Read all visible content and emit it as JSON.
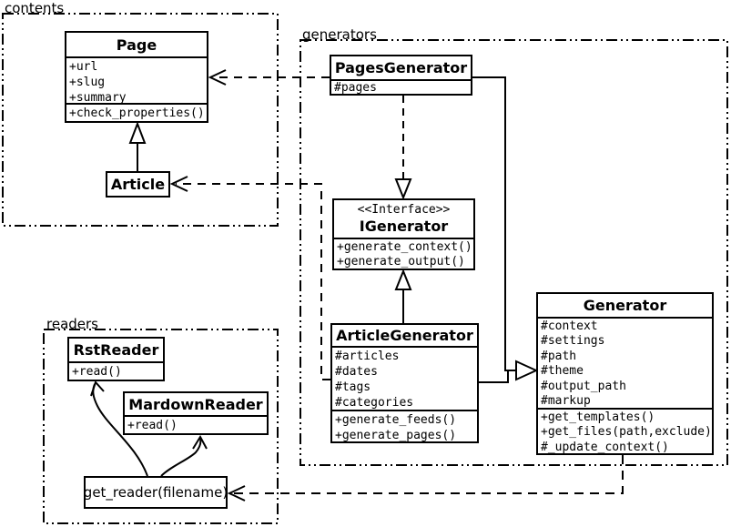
{
  "diagram_title": "UML class diagram of a static site generator (contents, generators, readers packages)",
  "colors": {
    "ink": "#000000",
    "paper": "#ffffff"
  },
  "packages": {
    "contents": {
      "label": "contents"
    },
    "generators": {
      "label": "generators"
    },
    "readers": {
      "label": "readers"
    }
  },
  "classes": {
    "page": {
      "name": "Page",
      "attributes": [
        "+url",
        "+slug",
        "+summary"
      ],
      "methods": [
        "+check_properties()"
      ]
    },
    "article": {
      "name": "Article"
    },
    "pages_generator": {
      "name": "PagesGenerator",
      "attributes": [
        "#pages"
      ]
    },
    "igenerator": {
      "stereotype": "<<Interface>>",
      "name": "IGenerator",
      "methods": [
        "+generate_context()",
        "+generate_output()"
      ]
    },
    "article_generator": {
      "name": "ArticleGenerator",
      "attributes": [
        "#articles",
        "#dates",
        "#tags",
        "#categories"
      ],
      "methods": [
        "+generate_feeds()",
        "+generate_pages()"
      ]
    },
    "generator": {
      "name": "Generator",
      "attributes": [
        "#context",
        "#settings",
        "#path",
        "#theme",
        "#output_path",
        "#markup"
      ],
      "methods": [
        "+get_templates()",
        "+get_files(path,exclude)",
        "#_update_context()"
      ]
    },
    "rst_reader": {
      "name": "RstReader",
      "methods": [
        "+read()"
      ]
    },
    "mardown_reader": {
      "name": "MardownReader",
      "methods": [
        "+read()"
      ]
    },
    "get_reader": {
      "label": "get_reader(filename)"
    }
  },
  "relations": [
    "Article --|> Page (generalization)",
    "PagesGenerator ..|> IGenerator (realization)",
    "ArticleGenerator --|> IGenerator (generalization)",
    "PagesGenerator --|> Generator (generalization)",
    "ArticleGenerator --|> Generator (generalization)",
    "PagesGenerator ..> Page (dependency)",
    "ArticleGenerator ..> Article (dependency)",
    "Generator ..> get_reader (dependency)",
    "get_reader -> RstReader (call)",
    "get_reader -> MardownReader (call)"
  ]
}
